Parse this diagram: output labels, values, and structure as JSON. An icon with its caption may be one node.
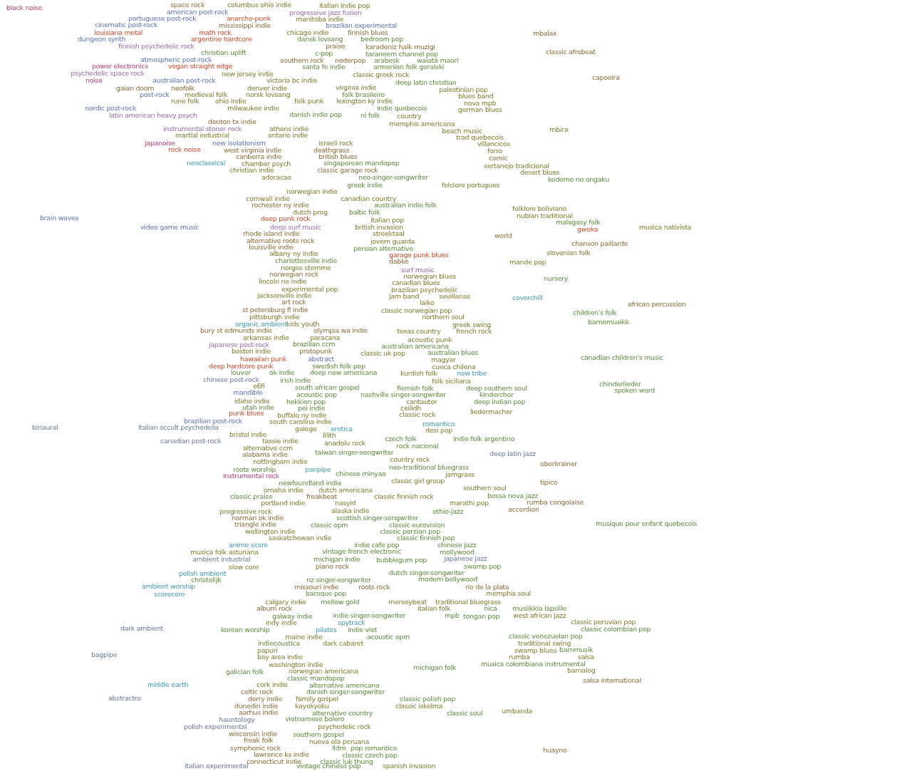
{
  "diagram": {
    "labels": [
      "black noise",
      "space rock",
      "columbus ohio indie",
      "italian indie pop",
      "american post-rock",
      "progressive jazz fusion",
      "portuguese post-rock",
      "anarcho-punk",
      "manitoba indie",
      "cinematic post-rock",
      "mississippi indie",
      "brazilian experimental",
      "louisiana metal",
      "math rock",
      "chicago indie",
      "finnish blues",
      "dungeon synth",
      "argentine hardcore",
      "dansk lovsang",
      "bedroom pop",
      "finnish psychedelic rock",
      "praise",
      "karadeniz halk muzigi",
      "mbalax",
      "christian uplift",
      "c-pop",
      "taraneem channel pop",
      "classic afrobeat",
      "atmospheric post-rock",
      "southern rock",
      "nederpop",
      "arabesk",
      "waiata maori",
      "power electronics",
      "vegan straight edge",
      "santa fe indie",
      "armenian folk goralski",
      "psychedelic space rock",
      "new jersey indie",
      "classic greek rock",
      "noise",
      "australian post-rock",
      "victoria bc indie",
      "deep latin christian",
      "capoeira",
      "gaian doom",
      "neofolk",
      "denver indie",
      "virginia indie",
      "palestinian pop",
      "post-rock",
      "medieval folk",
      "norsk lovsang",
      "folk brasileiro",
      "blues band",
      "rune folk",
      "ohio indie",
      "folk punk",
      "lexington ky indie",
      "nova mpb",
      "nordic post-rock",
      "milwaukee indie",
      "indie quebecois",
      "german blues",
      "latin american heavy psych",
      "danish indie pop",
      "nl folk",
      "country",
      "denton tx indie",
      "memphis americana",
      "instrumental stoner rock",
      "athens indie",
      "beach music",
      "mbira",
      "martial industrial",
      "ontario indie",
      "trad quebecois",
      "japanoise",
      "new isolationism",
      "israeli rock",
      "villancicos",
      "rock noise",
      "west virginia indie",
      "deathgrass",
      "forro",
      "canberra indie",
      "british blues",
      "comic",
      "neoclassical",
      "chamber psych",
      "singaporean mandopop",
      "sertanejo tradicional",
      "christian indie",
      "classic garage rock",
      "desert blues",
      "adoracao",
      "neo-singer-songwriter",
      "kodomo no ongaku",
      "greek indie",
      "folclore portugues",
      "norwegian indie",
      "cornwall indie",
      "canadian country",
      "rochester ny indie",
      "australian indie folk",
      "folklore boliviano",
      "dutch prog",
      "baltic folk",
      "nubian traditional",
      "deep punk rock",
      "italian pop",
      "malagasy folk",
      "brain waves",
      "video game music",
      "deep surf music",
      "british invasion",
      "gwoka",
      "musica nativista",
      "rhode island indie",
      "streektaal",
      "world",
      "alternative roots rock",
      "jovem guarda",
      "chanson paillarde",
      "louisville indie",
      "persian alternative",
      "albany ny indie",
      "garage punk blues",
      "slovenian folk",
      "charlottesville indie",
      "dabke",
      "mande pop",
      "norges stemme",
      "surf music",
      "norwegian rock",
      "nursery",
      "norwegian blues",
      "lincoln ne indie",
      "canadian blues",
      "experimental pop",
      "brazilian psychedelic",
      "jacksonville indie",
      "jam band",
      "sevillanas",
      "coverchill",
      "art rock",
      "laiko",
      "african percussion",
      "st petersburg fl indie",
      "classic norwegian pop",
      "children's folk",
      "pittsburgh indie",
      "northern soul",
      "barnemusikk",
      "organic ambient",
      "kids youth",
      "greek swing",
      "bury st edmunds indie",
      "olympia wa indie",
      "texas country",
      "french rock",
      "arkansas indie",
      "paracana",
      "acoustic punk",
      "japanese post-rock",
      "brazilian ccm",
      "australian americana",
      "boston indie",
      "protopunk",
      "classic uk pop",
      "australian blues",
      "hawaiian punk",
      "abstract",
      "magyar",
      "canadian children's music",
      "deep hardcore punk",
      "swedish folk pop",
      "cueca chilena",
      "louvor",
      "ok indie",
      "deep new americana",
      "kurdish folk",
      "new tribe",
      "chinese post-rock",
      "irish indie",
      "folk siciliana",
      "e6fi",
      "south african gospel",
      "flemish folk",
      "deep southern soul",
      "chinderlieder",
      "mandible",
      "acoustic pop",
      "nashville singer-songwriter",
      "kinderchor",
      "spoken word",
      "idaho indie",
      "hokkien pop",
      "cantautor",
      "deep indian pop",
      "utah indie",
      "pei indie",
      "ceilidh",
      "punk blues",
      "buffalo ny indie",
      "classic rock",
      "liedermacher",
      "brazilian post-rock",
      "south carolina indie",
      "romantico",
      "binaural",
      "italian occult psychedelia",
      "galego",
      "erotica",
      "bristol indie",
      "lilith",
      "desi pop",
      "canadian post-rock",
      "tassie indie",
      "anadolu rock",
      "czech folk",
      "indie folk argentino",
      "alternative ccm",
      "rock nacional",
      "alabama indie",
      "taiwan singer-songwriter",
      "deep latin jazz",
      "nottingham indie",
      "country rock",
      "neo-traditional bluegrass",
      "oberkrainer",
      "roots worship",
      "panpipe",
      "instrumental rock",
      "chinese minyao",
      "jamgrass",
      "newfoundland indie",
      "classic girl group",
      "tipico",
      "omaha indie",
      "dutch americana",
      "southern soul",
      "classic praise",
      "freakbeat",
      "classic finnish rock",
      "bossa nova jazz",
      "portland indie",
      "nasyid",
      "marathi pop",
      "rumba congolaise",
      "progressive rock",
      "alaska indie",
      "ethio-jazz",
      "accordion",
      "musique pour enfant quebecois",
      "norman ok indie",
      "scottish singer-songwriter",
      "triangle indie",
      "classic opm",
      "classic eurovision",
      "wellington indie",
      "classic persian pop",
      "saskatchewan indie",
      "classic finnish pop",
      "anime score",
      "indie cafe pop",
      "chinese jazz",
      "musica folk asturiana",
      "vintage french electronic",
      "mollywood",
      "ambient industrial",
      "michigan indie",
      "bubblegum pop",
      "japanese jazz",
      "slow core",
      "piano rock",
      "swamp pop",
      "polish ambient",
      "dutch singer-songwriter",
      "christelijk",
      "nz singer-songwriter",
      "modern bollywood",
      "ambient worship",
      "missouri indie",
      "roots rock",
      "rio de la plata",
      "scorecore",
      "baroque pop",
      "memphis soul",
      "calgary indie",
      "mellow gold",
      "merseybeat",
      "traditional bluegrass",
      "album rock",
      "italian folk",
      "nica",
      "musiikkia lapsille",
      "galway indie",
      "indie singer-songwriter",
      "mpb",
      "tongan pop",
      "west african jazz",
      "indy indie",
      "spytrack",
      "classic peruvian pop",
      "dark ambient",
      "korean worship",
      "pilates",
      "indie viet",
      "classic colombian pop",
      "maine indie",
      "acoustic opm",
      "classic venezuelan pop",
      "indiecoustica",
      "dark cabaret",
      "traditional swing",
      "papuri",
      "swamp blues",
      "barnmusik",
      "bagpipe",
      "bay area indie",
      "rumba",
      "salsa",
      "washington indie",
      "michigan folk",
      "musica colombiana instrumental",
      "galician folk",
      "norwegian americana",
      "barnalog",
      "classic mandopop",
      "salsa international",
      "middle earth",
      "cork indie",
      "alternative americana",
      "celtic rock",
      "danish singer-songwriter",
      "abstractro",
      "derry indie",
      "family gospel",
      "classic polish pop",
      "dunedin indie",
      "kayokyoku",
      "classic iskelma",
      "aarhus indie",
      "alternative country",
      "classic soul",
      "umbanda",
      "hauntology",
      "vietnamese bolero",
      "polish experimental",
      "psychedelic rock",
      "wisconsin indie",
      "southern gospel",
      "freak folk",
      "nueva ola peruana",
      "symphonic rock",
      "lldm",
      "pop romantico",
      "huayno",
      "lawrence ks indie",
      "classic czech pop",
      "connecticut indie",
      "classic luk thung",
      "italian experimental",
      "vintage chinese pop",
      "spanish invasion"
    ]
  }
}
